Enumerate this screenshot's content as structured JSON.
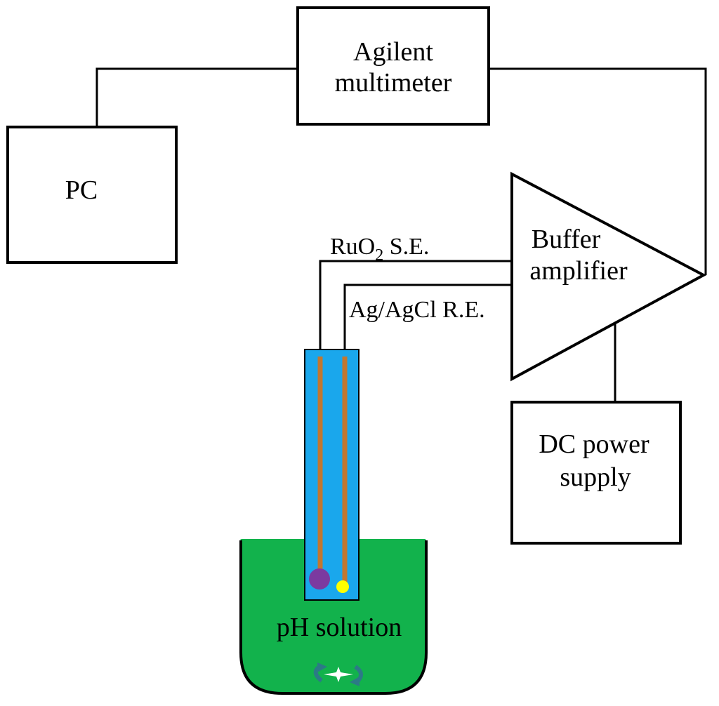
{
  "diagram": {
    "multimeter": {
      "line1": "Agilent",
      "line2": "multimeter"
    },
    "pc": {
      "label": "PC"
    },
    "amplifier": {
      "line1": "Buffer",
      "line2": "amplifier"
    },
    "power_supply": {
      "line1": "DC power",
      "line2": "supply"
    },
    "sensing_electrode": {
      "prefix": "RuO",
      "subscript": "2",
      "suffix": " S.E."
    },
    "reference_electrode": {
      "label": "Ag/AgCl R.E."
    },
    "solution": {
      "label": "pH solution"
    }
  },
  "colors": {
    "line": "#000000",
    "probe_body": "#1aa7ec",
    "probe_wire": "#c2772f",
    "sensing_tip": "#7b3aa0",
    "reference_tip": "#ffff00",
    "solution": "#12b24c",
    "stirrer_arrows": "#2c7a86",
    "stirrer_star": "#ffffff"
  }
}
